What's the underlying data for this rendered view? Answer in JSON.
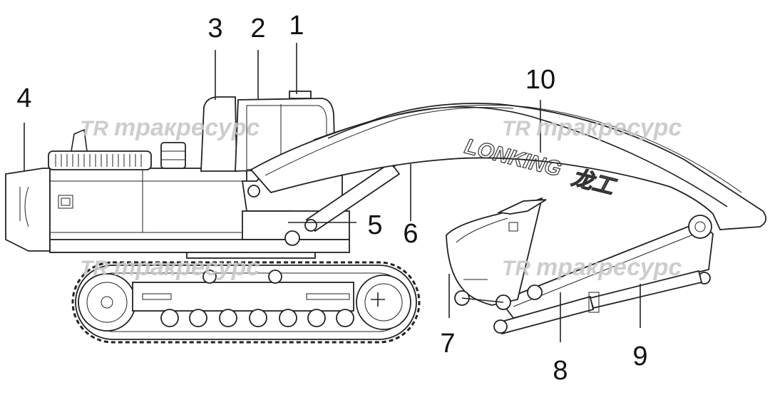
{
  "diagram": {
    "callouts": [
      {
        "id": "1",
        "label": "1"
      },
      {
        "id": "2",
        "label": "2"
      },
      {
        "id": "3",
        "label": "3"
      },
      {
        "id": "4",
        "label": "4"
      },
      {
        "id": "5",
        "label": "5"
      },
      {
        "id": "6",
        "label": "6"
      },
      {
        "id": "7",
        "label": "7"
      },
      {
        "id": "8",
        "label": "8"
      },
      {
        "id": "9",
        "label": "9"
      },
      {
        "id": "10",
        "label": "10"
      }
    ],
    "brand_text": "LONKING",
    "brand_cjk": "龙工",
    "watermark": {
      "logo": "TR",
      "text": "тракресурс"
    }
  }
}
